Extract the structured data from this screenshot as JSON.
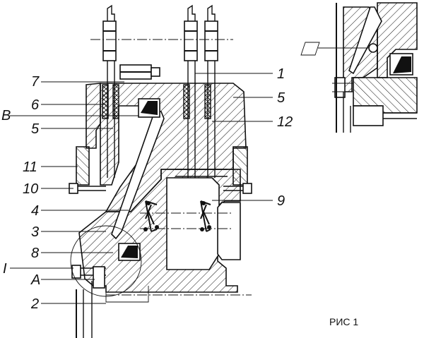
{
  "figure": {
    "caption": "РИС 1"
  },
  "callouts": {
    "c1": "1",
    "c2": "2",
    "c3": "3",
    "c4": "4",
    "c5_left": "5",
    "c5_right": "5",
    "c6": "6",
    "c7": "7",
    "c8": "8",
    "c9": "9",
    "c10": "10",
    "c11": "11",
    "c12": "12",
    "cA": "A",
    "cB": "B",
    "cI": "I"
  },
  "detail_view": {
    "marker": "□"
  }
}
